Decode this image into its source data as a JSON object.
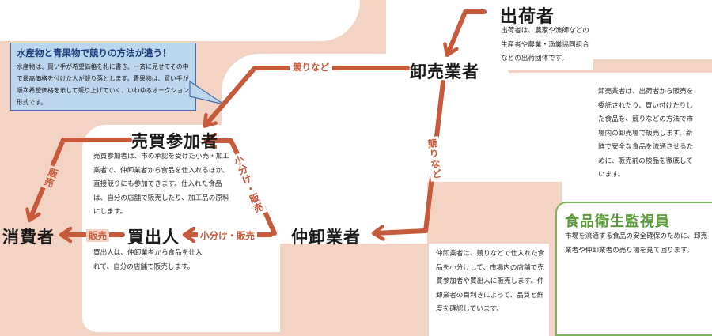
{
  "nodes": {
    "shipper": "出荷者",
    "wholesaler": "卸売業者",
    "buyer_participant": "売買参加者",
    "intermediate": "仲卸業者",
    "retail_buyer": "買出人",
    "consumer": "消費者",
    "inspector": "食品衛生監視員"
  },
  "descriptions": {
    "shipper": "出荷者は、農家や漁師などの生産者や農業・漁業協同組合などの出荷団体です。",
    "wholesaler": "卸売業者は、出荷者から販売を委託されたり、買い付けたりした食品を、競りなどの方法で市場内の卸売場で販売します。新鮮で安全な食品を流通させるために、販売前の検品を徹底しています。",
    "buyer_participant": "売買参加者は、市の承認を受けた小売・加工業者で、仲卸業者から食品を仕入れるほか、直接競りにも参加できます。仕入れた食品は、自分の店舗で販売したり、加工品の原料にします。",
    "intermediate": "仲卸業者は、競りなどで仕入れた食品を小分けして、市場内の店舗で売買参加者や買出人に販売します。仲卸業者の目利きによって、品質と鮮度を確認しています。",
    "retail_buyer": "買出人は、仲卸業者から食品を仕入れて、自分の店舗で販売します。",
    "inspector": "市場を流通する食品の安全確保のために、卸売業者や仲卸業者の売り場を見て回ります。"
  },
  "callout": {
    "title": "水産物と青果物で競りの方法が違う！",
    "body": "水産物は、買い手が希望価格を札に書き、一斉に見せてその中で最高価格を付けた人が競り落とします。青果物は、買い手が順次希望価格を示して競り上げていく、いわゆるオークション形式です。"
  },
  "edge_labels": {
    "auction_top": "競りなど",
    "auction_side": "競りなど",
    "sale_consumer_vertical": "販売",
    "subdivide_sale_vertical": "小分け・販売",
    "subdivide_sale_horizontal": "小分け・販売",
    "sale_consumer_horizontal": "販売"
  },
  "colors": {
    "arrow": "#c65a3a",
    "background": "#f3d3c4",
    "callout_border": "#4a6aa8",
    "callout_bg": "#bcd6ee",
    "inspector_title": "#5a9a3a",
    "inspector_border": "#7db35b"
  }
}
